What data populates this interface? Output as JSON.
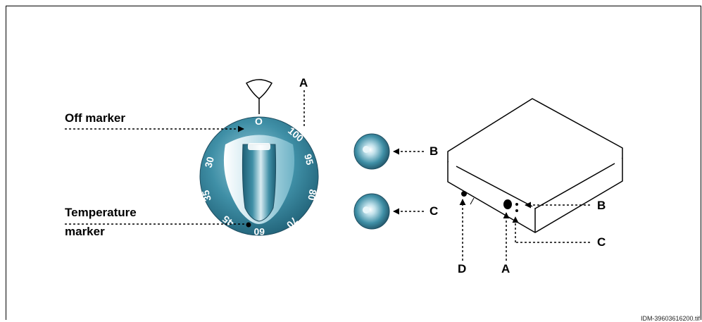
{
  "labels": {
    "off_marker": "Off marker",
    "temperature_marker_line1": "Temperature",
    "temperature_marker_line2": "marker"
  },
  "dial": {
    "off_symbol": "O",
    "scale": [
      "30",
      "35",
      "45",
      "60",
      "70",
      "80",
      "95",
      "100"
    ],
    "colors": {
      "ring": "#3f8fa6",
      "ring_dark": "#1f5f75",
      "highlight": "#d8ecf2"
    }
  },
  "letters": {
    "dial_a": "A",
    "knob_b": "B",
    "knob_c": "C",
    "unit_b": "B",
    "unit_c": "C",
    "unit_d": "D",
    "unit_a": "A"
  },
  "reference": "IDM-39603616200.tif"
}
